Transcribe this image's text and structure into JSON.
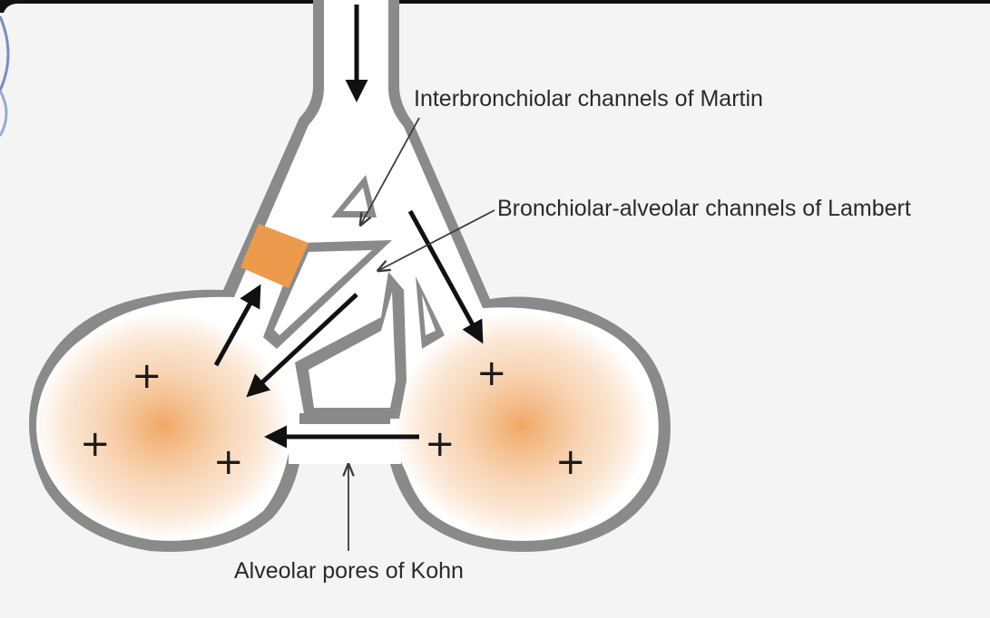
{
  "labels": {
    "martin": "Interbronchiolar channels of Martin",
    "lambert": "Bronchiolar-alveolar channels of Lambert",
    "kohn": "Alveolar pores of Kohn"
  },
  "alveolus_left": {
    "charges": [
      "+",
      "+",
      "+"
    ]
  },
  "alveolus_right": {
    "charges": [
      "+",
      "+",
      "+"
    ]
  },
  "colors": {
    "wall": "#8a8a8a",
    "lumen": "#ffffff",
    "background": "#f4f4f4",
    "alveolus_center": "#f0a35c",
    "obstruction": "#ec9a4b",
    "arrow": "#111111",
    "leader_line": "#3a3a3a"
  }
}
